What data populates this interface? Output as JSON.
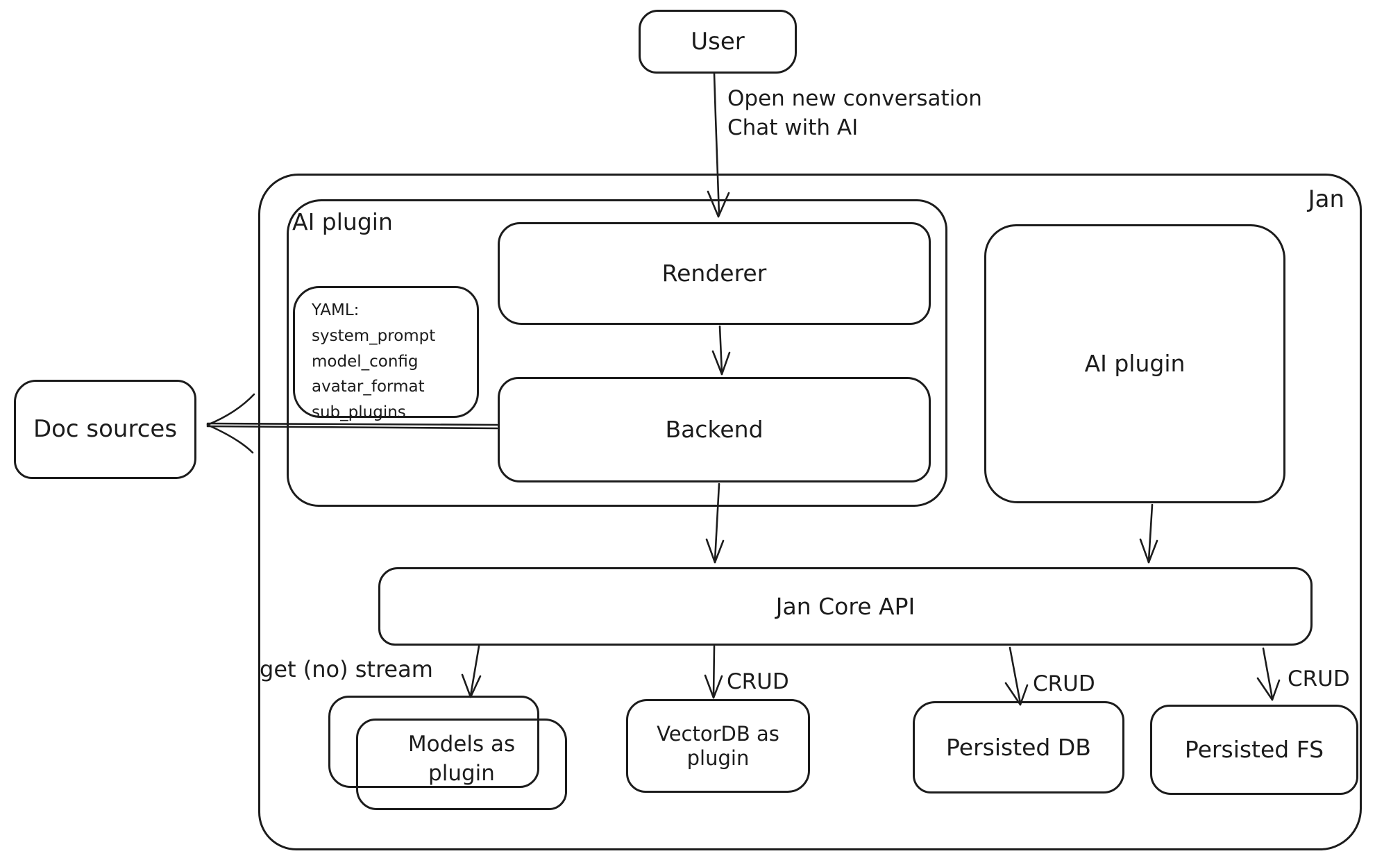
{
  "canvas": {
    "background": "#ffffff",
    "stroke_color": "#1c1c1c"
  },
  "nodes": {
    "user": {
      "label": "User"
    },
    "jan": {
      "label": "Jan"
    },
    "ai_plugin_left": {
      "label": "AI plugin"
    },
    "renderer": {
      "label": "Renderer"
    },
    "backend": {
      "label": "Backend"
    },
    "yaml_note": {
      "title": "YAML:",
      "lines": [
        "system_prompt",
        "model_config",
        "avatar_format",
        "sub_plugins"
      ]
    },
    "ai_plugin_right": {
      "label": "AI plugin"
    },
    "doc_sources": {
      "label": "Doc sources"
    },
    "jan_core_api": {
      "label": "Jan Core API"
    },
    "models_as_plugin": {
      "label": "Models as plugin"
    },
    "vectordb_as_plugin": {
      "label": "VectorDB as plugin"
    },
    "persisted_db": {
      "label": "Persisted DB"
    },
    "persisted_fs": {
      "label": "Persisted FS"
    }
  },
  "edges": {
    "user_to_renderer": {
      "label_line1": "Open new conversation",
      "label_line2": "Chat with AI"
    },
    "jan_core_to_models": {
      "label": "get (no) stream"
    },
    "jan_core_to_vectordb": {
      "label": "CRUD"
    },
    "jan_core_to_persisted_db": {
      "label": "CRUD"
    },
    "jan_core_to_persisted_fs": {
      "label": "CRUD"
    }
  }
}
